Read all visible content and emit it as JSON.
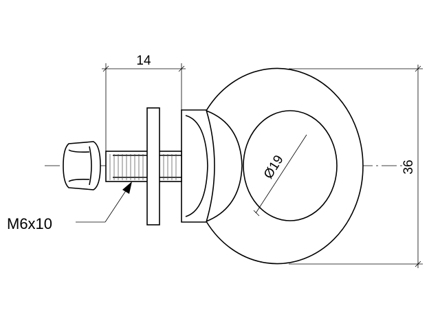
{
  "dimensions": {
    "bolt_length": "14",
    "eye_diameter": "Ø19",
    "overall_height": "36"
  },
  "callouts": {
    "thread_spec": "M6x10"
  }
}
